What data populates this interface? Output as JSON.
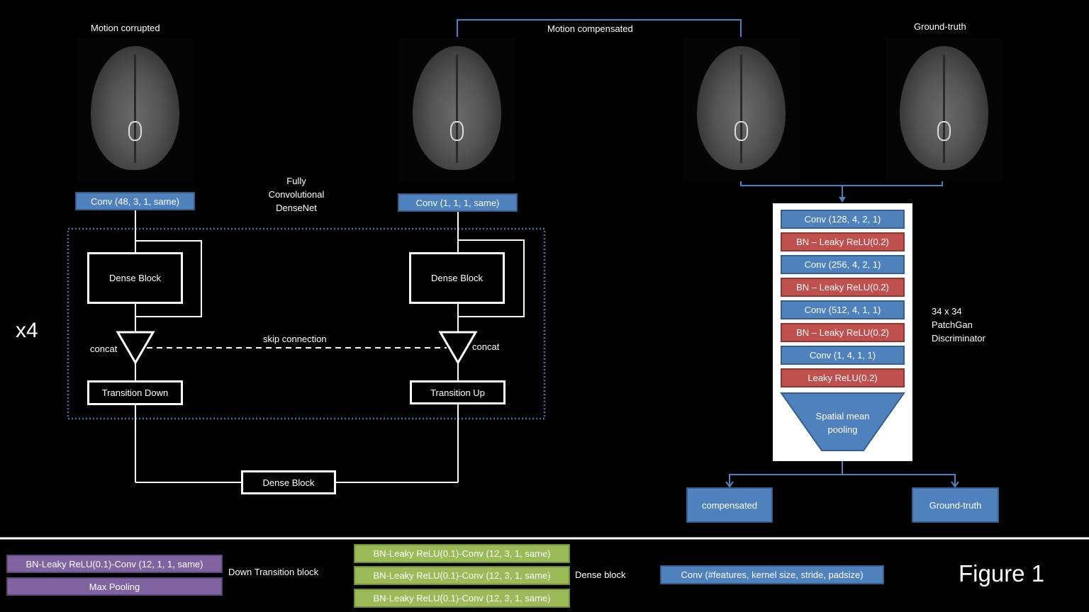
{
  "images": {
    "motion_corrupted": "Motion  corrupted",
    "motion_compensated": "Motion  compensated",
    "ground_truth": "Ground-truth"
  },
  "generator": {
    "title_lines": [
      "Fully",
      "Convolutional",
      "DenseNet"
    ],
    "conv_in": "Conv (48, 3, 1,  same)",
    "conv_out": "Conv (1, 1, 1,  same)",
    "dense_block_down": "Dense Block",
    "dense_block_up": "Dense Block",
    "dense_block_bottom": "Dense Block",
    "transition_down": "Transition Down",
    "transition_up": "Transition Up",
    "concat_left": "concat",
    "concat_right": "concat",
    "skip_connection": "skip connection",
    "repeat": "x4"
  },
  "discriminator": {
    "layers": [
      {
        "type": "conv",
        "label": "Conv (128, 4, 2, 1)"
      },
      {
        "type": "act",
        "label": "BN – Leaky ReLU(0.2)"
      },
      {
        "type": "conv",
        "label": "Conv (256, 4, 2, 1)"
      },
      {
        "type": "act",
        "label": "BN – Leaky ReLU(0.2)"
      },
      {
        "type": "conv",
        "label": "Conv (512, 4, 1, 1)"
      },
      {
        "type": "act",
        "label": "BN – Leaky ReLU(0.2)"
      },
      {
        "type": "conv",
        "label": "Conv (1, 4, 1, 1)"
      },
      {
        "type": "act",
        "label": "Leaky ReLU(0.2)"
      }
    ],
    "pooling": [
      "Spatial mean",
      "pooling"
    ],
    "title_lines": [
      "34 x 34",
      "PatchGan",
      "Discriminator"
    ],
    "out_compensated": "compensated",
    "out_ground_truth": "Ground-truth"
  },
  "legend": {
    "down_transition": {
      "items": [
        "BN-Leaky ReLU(0.1)-Conv (12, 1, 1,  same)",
        "Max Pooling"
      ],
      "label": "Down  Transition block"
    },
    "dense_block": {
      "items": [
        "BN-Leaky ReLU(0.1)-Conv (12, 3, 1,  same)",
        "BN-Leaky ReLU(0.1)-Conv (12, 3, 1,  same)",
        "BN-Leaky ReLU(0.1)-Conv (12, 3, 1,  same)"
      ],
      "label": "Dense block"
    },
    "conv_format": "Conv (#features, kernel  size, stride, padsize)",
    "figure_label": "Figure 1"
  },
  "colors": {
    "conv": "#4f81bd",
    "activation": "#c0504d",
    "dense": "#9bbb59",
    "transition": "#8064a2",
    "connector": "#4f81bd"
  }
}
